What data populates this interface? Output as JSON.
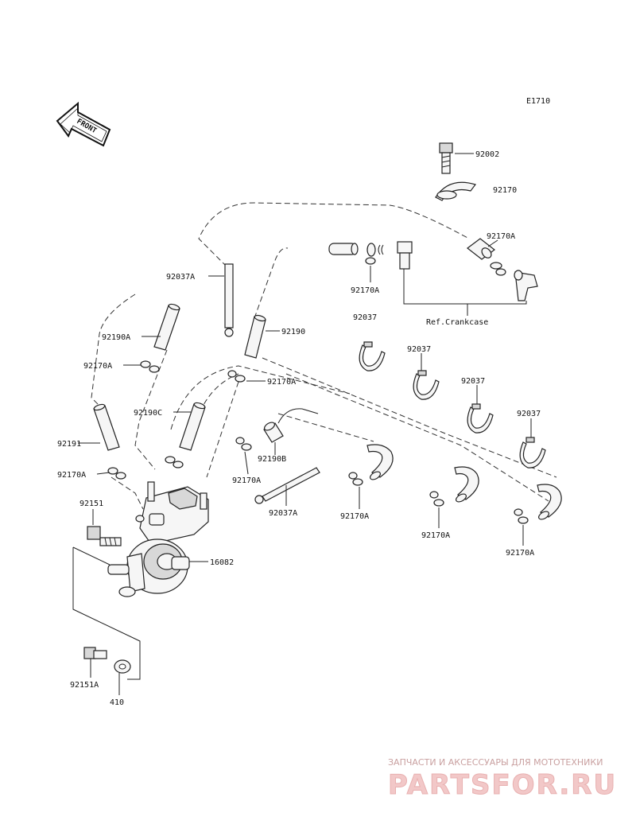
{
  "diagram_code": "E1710",
  "front_label": "FRONT",
  "reference": "Ref.Crankcase",
  "parts": [
    "92002",
    "92170",
    "92170A",
    "92170A",
    "92037",
    "92037A",
    "92190A",
    "92190",
    "92170A",
    "92170A",
    "92037",
    "92037",
    "92037",
    "92190C",
    "92191",
    "92170A",
    "92170A",
    "92190B",
    "92037A",
    "92170A",
    "92170A",
    "92170A",
    "92151",
    "16082",
    "92151A",
    "410"
  ],
  "watermark": {
    "caption": "ЗАПЧАСТИ И АКСЕССУАРЫ ДЛЯ МОТОТЕХНИКИ",
    "logo": "PARTSFOR.RU"
  }
}
